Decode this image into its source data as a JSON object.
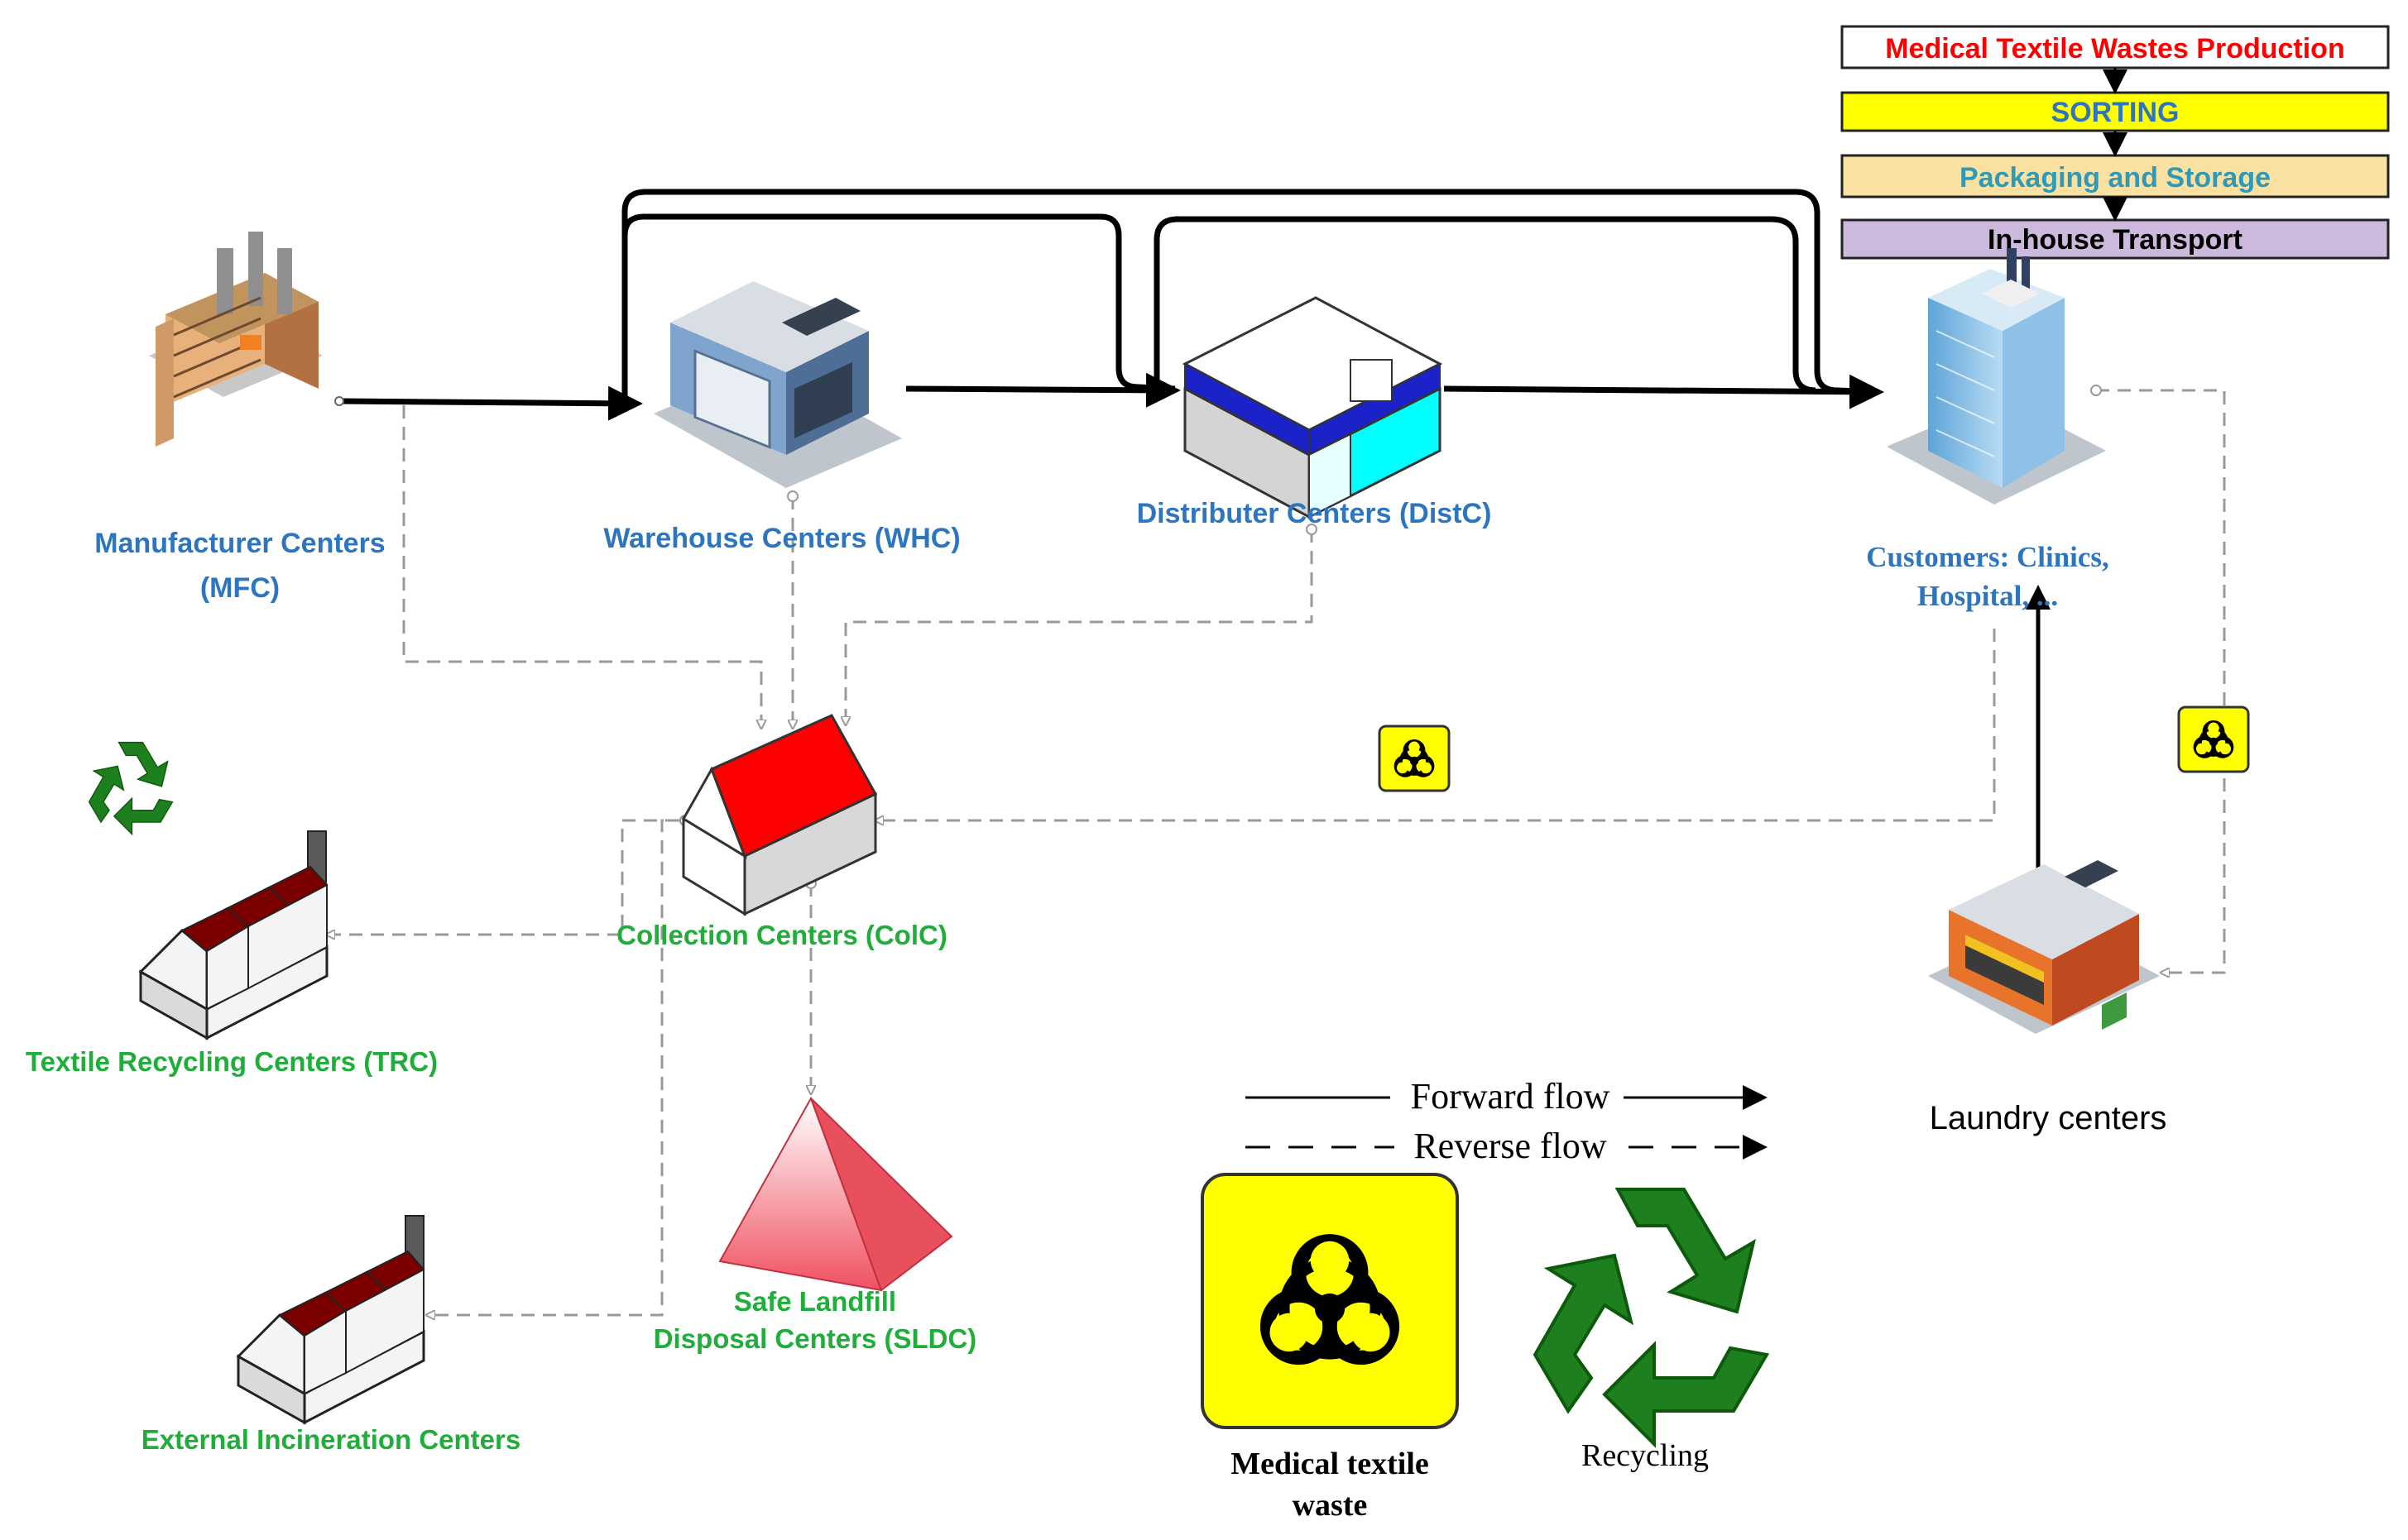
{
  "process_steps": [
    {
      "label": "Medical Textile Wastes Production",
      "fill": "#FFFFFF",
      "text_color": "#FF0000"
    },
    {
      "label": "SORTING",
      "fill": "#FFFF00",
      "text_color": "#2E75C0"
    },
    {
      "label": "Packaging and Storage",
      "fill": "#FBE1A1",
      "text_color": "#2E9AB8"
    },
    {
      "label": "In-house Transport",
      "fill": "#CDB9DD",
      "text_color": "#000000"
    }
  ],
  "nodes": {
    "manufacturer": {
      "line1": "Manufacturer Centers",
      "line2": "(MFC)"
    },
    "warehouse": {
      "label": "Warehouse Centers (WHC)"
    },
    "distributer": {
      "label": "Distributer Centers (DistC)"
    },
    "customers": {
      "line1": "Customers: Clinics,",
      "line2": "Hospital, ..."
    },
    "collection": {
      "label": "Collection Centers (ColC)"
    },
    "textile_recycling": {
      "label": "Textile Recycling Centers (TRC)"
    },
    "landfill": {
      "line1": "Safe Landfill",
      "line2": "Disposal Centers (SLDC)"
    },
    "incineration": {
      "label": "External Incineration Centers"
    },
    "laundry": {
      "label": "Laundry centers"
    }
  },
  "legend": {
    "forward": "Forward flow",
    "reverse": "Reverse flow",
    "medical_line1": "Medical textile",
    "medical_line2": "waste",
    "recycling": "Recycling"
  },
  "colors": {
    "blue_label": "#2E75C0",
    "green_label": "#1FAE3A",
    "hazard_yellow": "#FFFF00",
    "recycle_green": "#1E7F1E",
    "roof_red": "#FF0000",
    "factory_roof": "#7A0000"
  }
}
